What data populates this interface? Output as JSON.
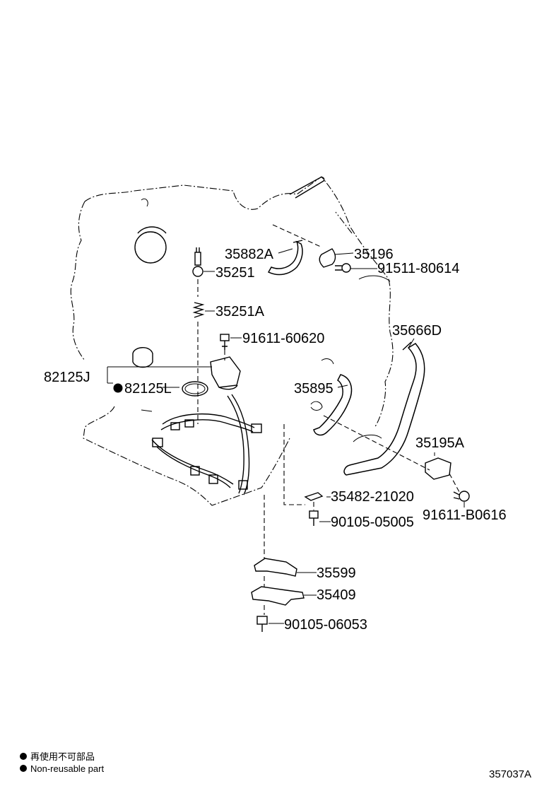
{
  "parts": [
    {
      "id": "p1",
      "number": "35882A"
    },
    {
      "id": "p2",
      "number": "35196"
    },
    {
      "id": "p3",
      "number": "35251"
    },
    {
      "id": "p4",
      "number": "91511-80614"
    },
    {
      "id": "p5",
      "number": "35251A"
    },
    {
      "id": "p6",
      "number": "91611-60620"
    },
    {
      "id": "p7",
      "number": "35666D"
    },
    {
      "id": "p8",
      "number": "82125J"
    },
    {
      "id": "p9",
      "number": "82125L"
    },
    {
      "id": "p10",
      "number": "35895"
    },
    {
      "id": "p11",
      "number": "35195A"
    },
    {
      "id": "p12",
      "number": "35482-21020"
    },
    {
      "id": "p13",
      "number": "90105-05005"
    },
    {
      "id": "p14",
      "number": "91611-B0616"
    },
    {
      "id": "p15",
      "number": "35599"
    },
    {
      "id": "p16",
      "number": "35409"
    },
    {
      "id": "p17",
      "number": "90105-06053"
    }
  ],
  "legend": {
    "line1": "再使用不可部品",
    "line2": "Non-reusable part"
  },
  "figure_code": "357037A"
}
